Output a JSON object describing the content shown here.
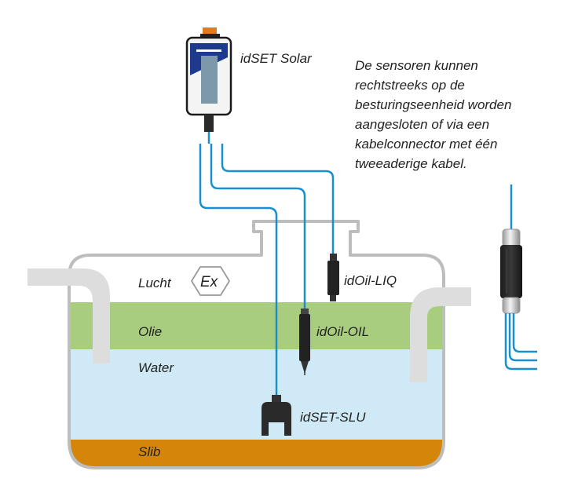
{
  "controller": {
    "label": "idSET Solar"
  },
  "description": {
    "lines": [
      "De sensoren kunnen",
      "rechtstreeks op de",
      "besturingseenheid worden",
      "aangesloten of via een",
      "kabelconnector met één",
      "tweeaderige kabel."
    ]
  },
  "layers": {
    "air": "Lucht",
    "oil": "Olie",
    "water": "Water",
    "sludge": "Slib"
  },
  "sensors": {
    "liq": "idOil-LIQ",
    "oil": "idOil-OIL",
    "slu": "idSET-SLU"
  },
  "ex_symbol": {
    "icon": "atex-ex-icon"
  },
  "colors": {
    "cable": "#1a8fd0",
    "oil_layer": "#a9cd7e",
    "water_layer": "#cfeaf6",
    "sludge_layer": "#d4860b",
    "tank_outline": "#bdbdbd",
    "controller_blue": "#1e3a8c",
    "controller_cap": "#e07b20"
  }
}
